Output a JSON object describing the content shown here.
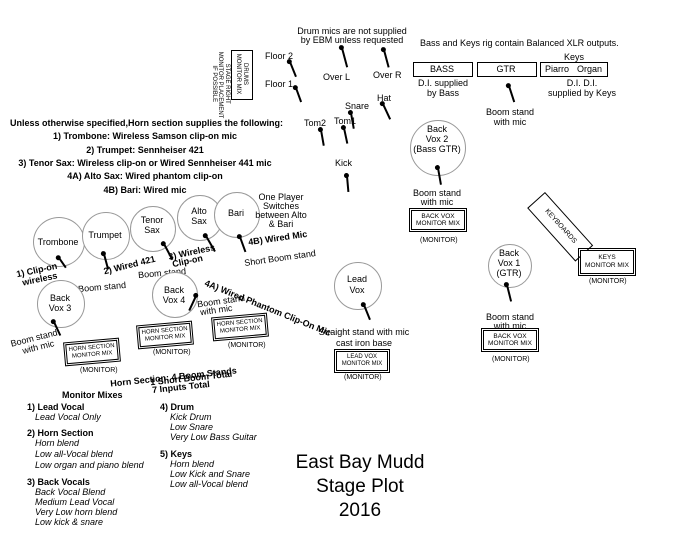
{
  "header": {
    "drum_note": [
      "Drum mics are not supplied",
      "by EBM unless requested"
    ],
    "bass_keys_note": "Bass and Keys rig contain Balanced XLR outputs."
  },
  "drums": {
    "drum_monitor_box": [
      "DRUMS",
      "MONITOR MIX"
    ],
    "stage_right_note": [
      "STAGE RIGHT",
      "MONITOR PLACEMENT",
      "IF POSSIBLE"
    ],
    "floor2": "Floor 2",
    "floor1": "Floor 1",
    "over_l": "Over L",
    "over_r": "Over R",
    "snare": "Snare",
    "hat": "Hat",
    "tom2": "Tom2",
    "tom1": "Tom1",
    "kick": "Kick"
  },
  "bass_rig": {
    "keys_label": "Keys",
    "bass_label": "BASS",
    "gtr_label": "GTR",
    "piano_label": "Piarro",
    "organ_label": "Organ",
    "di_bass": [
      "D.I. supplied",
      "by Bass"
    ],
    "boom_gtr": [
      "Boom stand",
      "with mic"
    ],
    "di_keys": [
      "D.I.      D.I.",
      "supplied by Keys"
    ]
  },
  "horn_info": {
    "intro": "Unless otherwise specified,Horn section supplies the following:",
    "items": [
      "1) Trombone: Wireless Samson clip-on mic",
      "2) Trumpet:  Sennheiser 421",
      "3) Tenor Sax: Wireless clip-on or Wired Sennheiser 441 mic",
      "4A) Alto Sax: Wired phantom clip-on",
      "4B) Bari: Wired mic"
    ]
  },
  "horns": {
    "trombone": "Trombone",
    "trumpet": "Trumpet",
    "tenor_sax": [
      "Tenor",
      "Sax"
    ],
    "alto_sax": [
      "Alto",
      "Sax"
    ],
    "bari": "Bari",
    "one_player": [
      "One Player",
      "Switches",
      "between Alto",
      "& Bari"
    ],
    "wired_mic_4b": "4B)  Wired Mic",
    "short_boom": "Short Boom stand",
    "clip_on_1": [
      "1) Clip-on",
      "wireless"
    ],
    "wired_421": "2) Wired 421",
    "wireless_clip_3": [
      "3) Wireless",
      "Clip-on"
    ],
    "boom_stand_a": "Boom stand",
    "boom_stand_b": "Boom stand",
    "wired_phantom_4a": "4A) Wired Phantom Clip-On Mic"
  },
  "back_vox": {
    "bv3": [
      "Back",
      "Vox 3"
    ],
    "bv3_boom": [
      "Boom stand",
      "with mic"
    ],
    "bv4": [
      "Back",
      "Vox 4"
    ],
    "bv4_boom": [
      "Boom stand",
      "with mic"
    ],
    "horn_box_1": [
      "HORN SECTION",
      "MONITOR MIX"
    ],
    "horn_box_2": [
      "HORN SECTION",
      "MONITOR MIX"
    ],
    "horn_box_3": [
      "HORN SECTION",
      "MONITOR MIX"
    ],
    "monitor_1": "(MONITOR)",
    "monitor_2": "(MONITOR)",
    "monitor_3": "(MONITOR)",
    "horn_totals": [
      "Horn Section: 4 Boom Stands",
      "1 Short Boom Total",
      "7 Inputs Total"
    ]
  },
  "lead": {
    "lead_vox": [
      "Lead",
      "Vox"
    ],
    "straight_stand": [
      "Straight stand with mic",
      "cast iron base"
    ],
    "lead_box": [
      "LEAD VOX",
      "MONITOR MIX"
    ],
    "monitor": "(MONITOR)"
  },
  "right_side": {
    "bv2": [
      "Back",
      "Vox 2",
      "(Bass GTR)"
    ],
    "bv2_boom": [
      "Boom stand",
      "with mic"
    ],
    "bv2_box": [
      "BACK VOX",
      "MONITOR MIX"
    ],
    "bv2_monitor": "(MONITOR)",
    "keyboards": "KEYBOARDS",
    "keys_box": [
      "KEYS",
      "MONITOR MIX"
    ],
    "keys_monitor": "(MONITOR)",
    "bv1": [
      "Back",
      "Vox 1",
      "(GTR)"
    ],
    "bv1_boom": [
      "Boom stand",
      "with mic"
    ],
    "bv1_box": [
      "BACK VOX",
      "MONITOR MIX"
    ],
    "bv1_monitor": "(MONITOR)"
  },
  "monitor_mixes": {
    "heading": "Monitor Mixes",
    "groups": [
      {
        "title": "1) Lead Vocal",
        "lines": [
          "Lead Vocal Only"
        ]
      },
      {
        "title": "2) Horn Section",
        "lines": [
          "Horn blend",
          "Low all-Vocal blend",
          "Low organ and piano blend"
        ]
      },
      {
        "title": "3) Back Vocals",
        "lines": [
          "Back Vocal Blend",
          "Medium Lead Vocal",
          "Very Low horn blend",
          "Low kick & snare"
        ]
      },
      {
        "title": "4) Drum",
        "lines": [
          "Kick Drum",
          "Low Snare",
          "Very Low Bass Guitar"
        ]
      },
      {
        "title": "5) Keys",
        "lines": [
          "Horn blend",
          "Low Kick and Snare",
          "Low all-Vocal blend"
        ]
      }
    ]
  },
  "title": {
    "line1": "East Bay Mudd",
    "line2": "Stage Plot",
    "line3": "2016"
  }
}
